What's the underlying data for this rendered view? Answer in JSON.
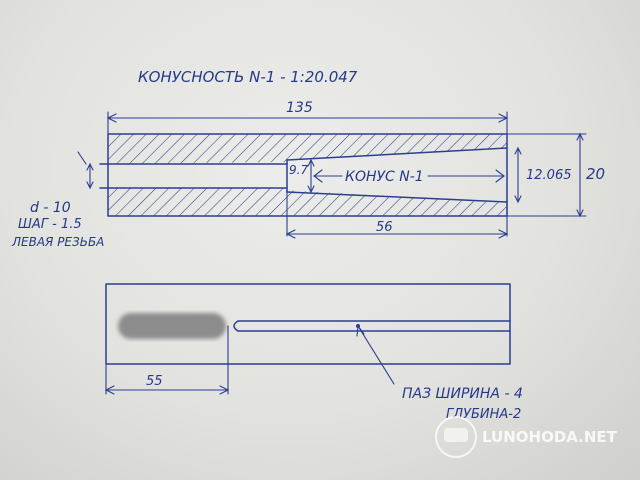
{
  "header": {
    "title": "КОНУСНОСТЬ N-1 - 1:20.047"
  },
  "top_view": {
    "dim_total_length": "135",
    "dim_small_dia": "9.7",
    "cone_label": "КОНУС N-1",
    "dim_big_dia": "12.065",
    "dim_outer_dia": "20",
    "dim_cone_length": "56"
  },
  "thread_note": {
    "line1": "d - 10",
    "line2": "ШАГ - 1.5",
    "line3": "ЛЕВАЯ РЕЗЬБА"
  },
  "bottom_view": {
    "dim_offset": "55",
    "slot_line1": "ПАЗ  ШИРИНА - 4",
    "slot_line2": "ГЛУБИНА-2"
  },
  "watermark": {
    "text": "LUNOHODA.NET"
  },
  "colors": {
    "ink": "#2b3f8f",
    "paper": "#e4e4e1",
    "blur": "#8c8c8c"
  }
}
